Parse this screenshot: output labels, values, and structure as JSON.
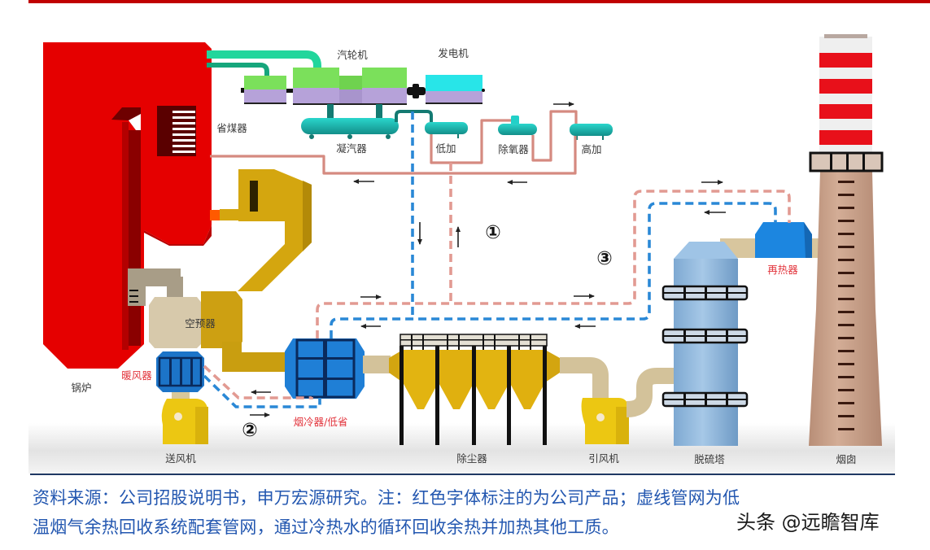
{
  "page": {
    "accent_bar_color": "#c00000",
    "rule_color": "#1f3864",
    "caption_color": "#2357b0",
    "product_label_color": "#e2343c"
  },
  "diagram": {
    "nodes": [
      {
        "id": "boiler",
        "label": "锅炉",
        "is_company_product": false
      },
      {
        "id": "economizer",
        "label": "省煤器",
        "is_company_product": false
      },
      {
        "id": "turbine",
        "label": "汽轮机",
        "is_company_product": false
      },
      {
        "id": "generator",
        "label": "发电机",
        "is_company_product": false
      },
      {
        "id": "condenser",
        "label": "凝汽器",
        "is_company_product": false
      },
      {
        "id": "lp_heater",
        "label": "低加",
        "is_company_product": false
      },
      {
        "id": "deaerator",
        "label": "除氧器",
        "is_company_product": false
      },
      {
        "id": "hp_heater",
        "label": "高加",
        "is_company_product": false
      },
      {
        "id": "air_preheater",
        "label": "空预器",
        "is_company_product": false
      },
      {
        "id": "air_heater",
        "label": "暖风器",
        "is_company_product": true
      },
      {
        "id": "fd_fan",
        "label": "送风机",
        "is_company_product": false
      },
      {
        "id": "flue_gas_cooler",
        "label": "烟冷器/低省",
        "is_company_product": true
      },
      {
        "id": "precipitator",
        "label": "除尘器",
        "is_company_product": false
      },
      {
        "id": "id_fan",
        "label": "引风机",
        "is_company_product": false
      },
      {
        "id": "desulfurization_tower",
        "label": "脱硫塔",
        "is_company_product": false
      },
      {
        "id": "reheater",
        "label": "再热器",
        "is_company_product": true
      },
      {
        "id": "chimney",
        "label": "烟囱",
        "is_company_product": false
      }
    ],
    "loops": [
      {
        "marker": "①",
        "connects": [
          "烟冷器/低省",
          "低加"
        ]
      },
      {
        "marker": "②",
        "connects": [
          "烟冷器/低省",
          "暖风器"
        ]
      },
      {
        "marker": "③",
        "connects": [
          "烟冷器/低省",
          "再热器"
        ]
      }
    ],
    "line_colors": {
      "feedwater_solid": "#d58a80",
      "hot_water_dashed": "#e29a92",
      "cold_water_dashed": "#2a88d6",
      "steam_pipe": "#22d69c"
    }
  },
  "caption": {
    "line1": "资料来源：公司招股说明书，申万宏源研究。注：红色字体标注的为公司产品；虚线管网为低",
    "line2": "温烟气余热回收系统配套管网，通过冷热水的循环回收余热并加热其他工质。"
  },
  "watermark": {
    "text": "头条 @远瞻智库"
  }
}
